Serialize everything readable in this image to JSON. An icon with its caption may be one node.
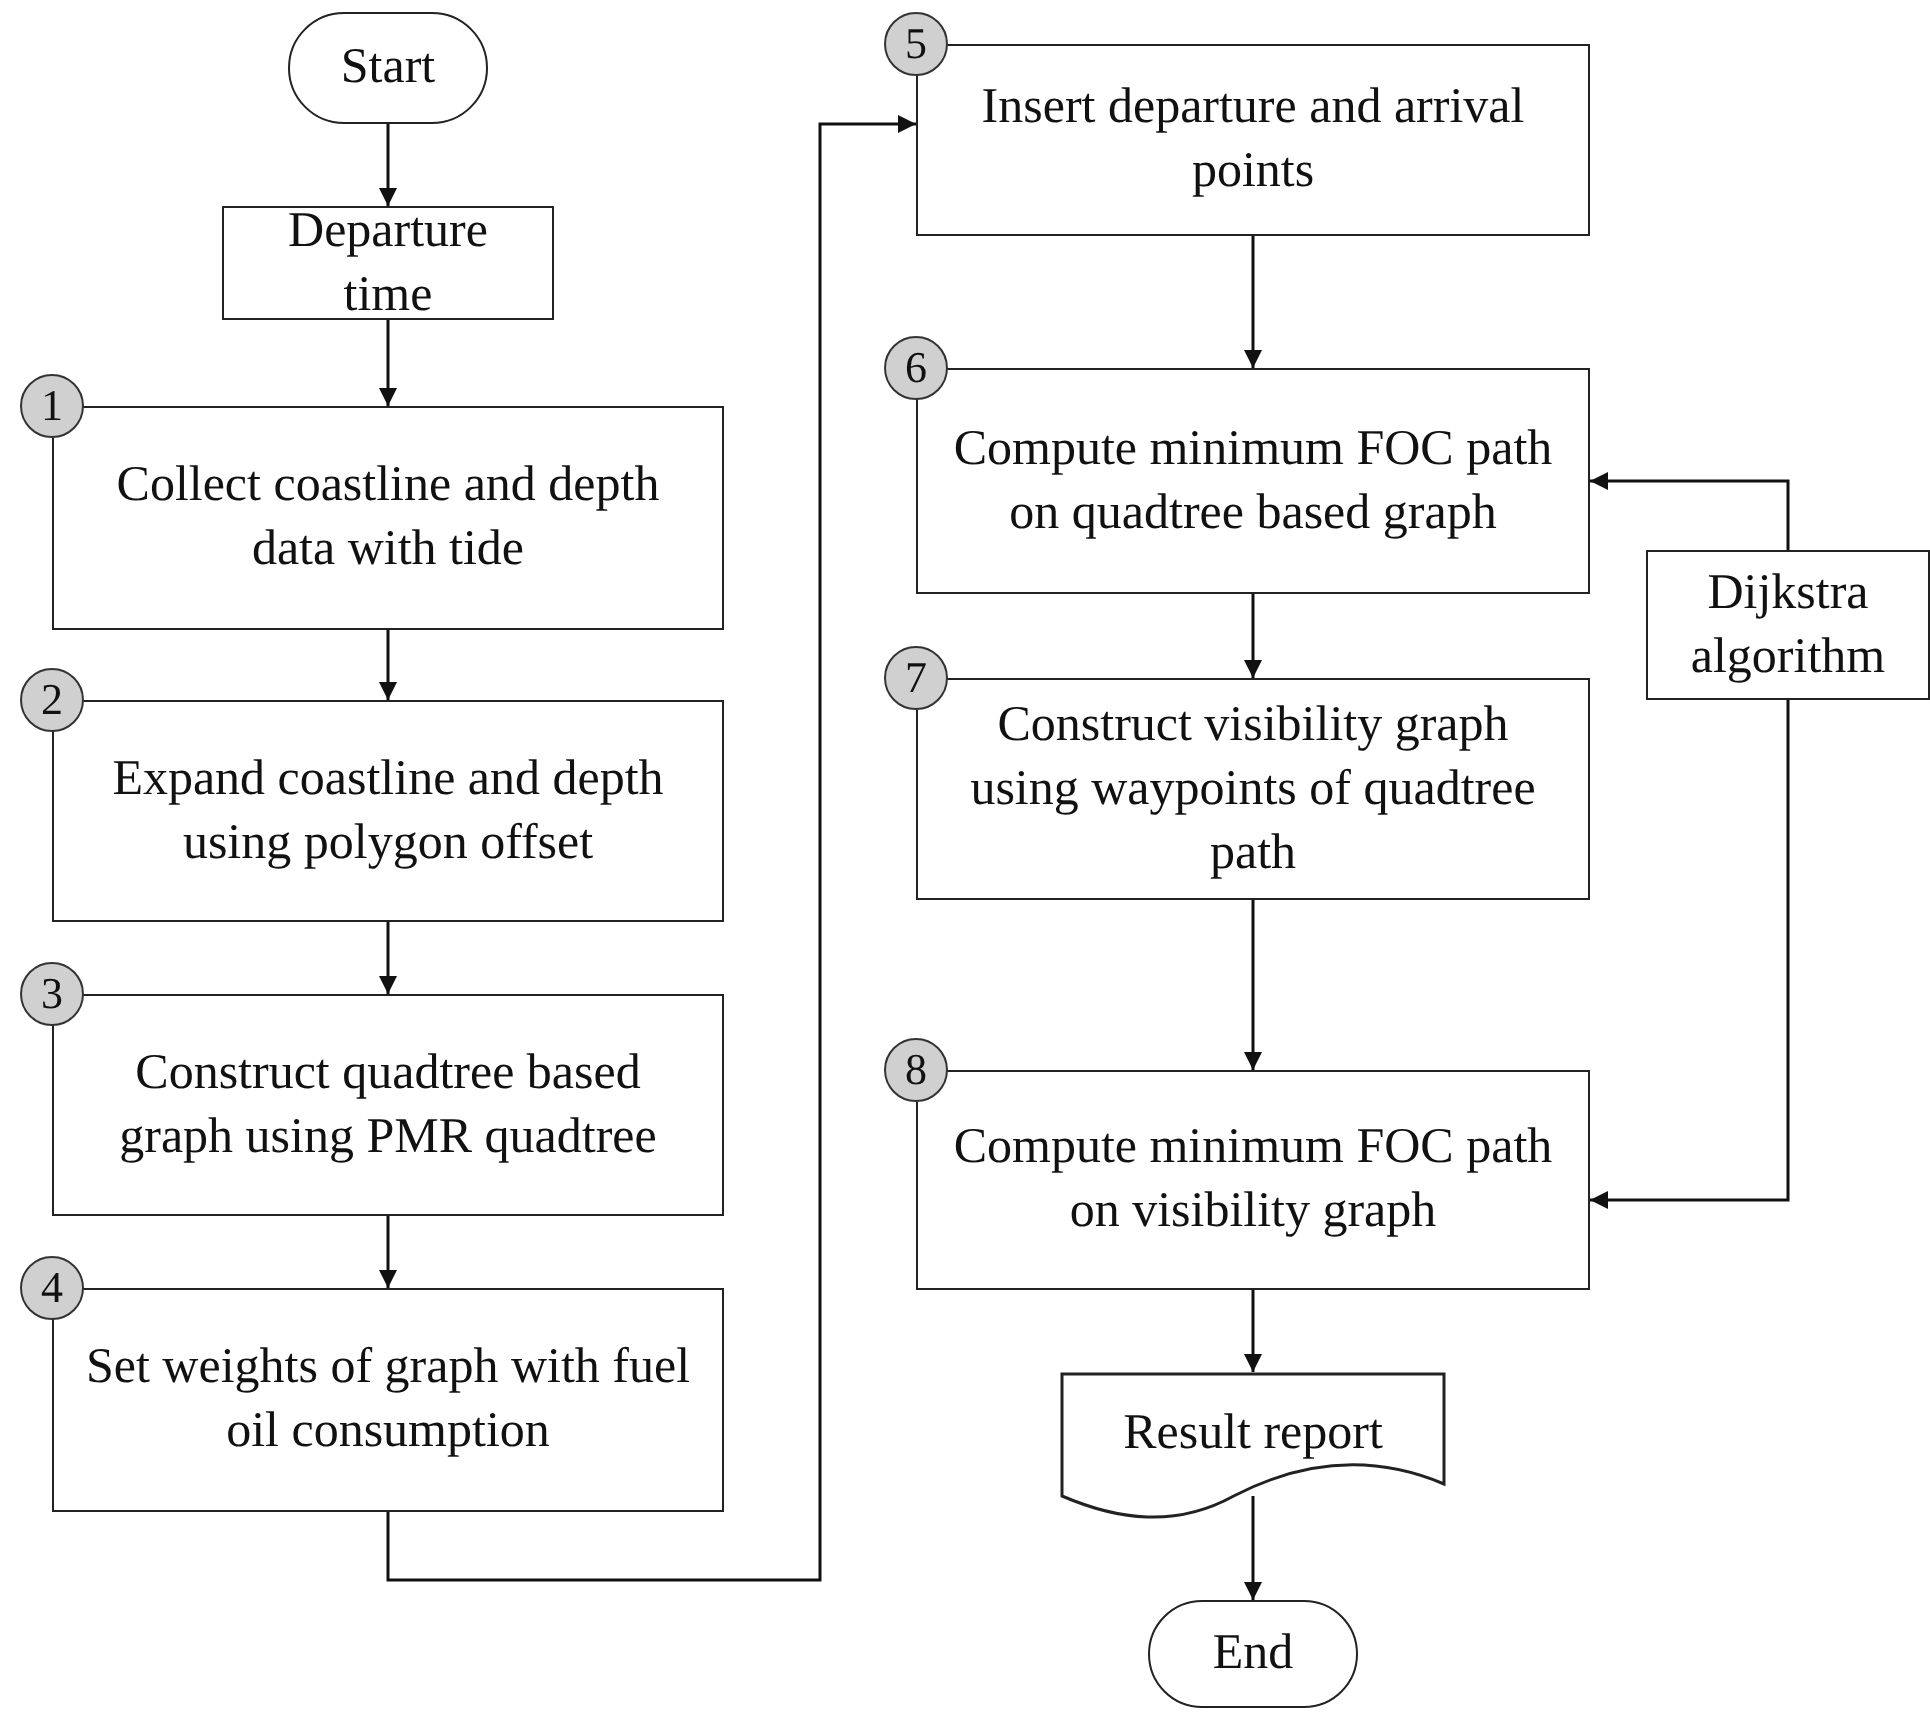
{
  "diagram": {
    "nodes": [
      {
        "text": [
          "Start"
        ]
      },
      {
        "text": [
          "Departure time"
        ]
      },
      {
        "text": [
          "Collect coastline and depth data with tide"
        ],
        "beside": [
          "1"
        ]
      },
      {
        "text": [
          "Expand coastline and depth using polygon offset"
        ],
        "beside": [
          "2"
        ]
      },
      {
        "text": [
          "Construct quadtree based graph using PMR quadtree"
        ],
        "beside": [
          "3"
        ]
      },
      {
        "text": [
          "Set weights of graph with fuel oil consumption"
        ],
        "beside": [
          "4"
        ]
      },
      {
        "text": [
          "Insert departure and arrival points"
        ],
        "beside": [
          "5"
        ]
      },
      {
        "text": [
          "Compute minimum FOC path on quadtree based graph"
        ],
        "beside": [
          "6"
        ]
      },
      {
        "text": [
          "Construct visibility  graph using waypoints of quadtree path"
        ],
        "beside": [
          "7"
        ]
      },
      {
        "text": [
          "Compute minimum FOC path on visibility  graph"
        ],
        "beside": [
          "8"
        ]
      },
      {
        "text": [
          "Result report"
        ]
      },
      {
        "text": [
          "End"
        ]
      },
      {
        "text": [
          "Dijkstra algorithm"
        ]
      }
    ],
    "edges": [
      {
        "from": 0,
        "to": 1,
        "arrow": "to"
      },
      {
        "from": 1,
        "to": 2,
        "arrow": "to"
      },
      {
        "from": 2,
        "to": 3,
        "arrow": "to"
      },
      {
        "from": 3,
        "to": 4,
        "arrow": "to"
      },
      {
        "from": 4,
        "to": 5,
        "arrow": "to"
      },
      {
        "from": 5,
        "to": 6,
        "arrow": "to"
      },
      {
        "from": 6,
        "to": 7,
        "arrow": "to"
      },
      {
        "from": 7,
        "to": 8,
        "arrow": "to"
      },
      {
        "from": 8,
        "to": 9,
        "arrow": "to"
      },
      {
        "from": 9,
        "to": 10,
        "arrow": "to"
      },
      {
        "from": 10,
        "to": 11,
        "arrow": "to"
      },
      {
        "from": 12,
        "to": 7,
        "arrow": "to"
      },
      {
        "from": 12,
        "to": 9,
        "arrow": "to"
      }
    ]
  }
}
